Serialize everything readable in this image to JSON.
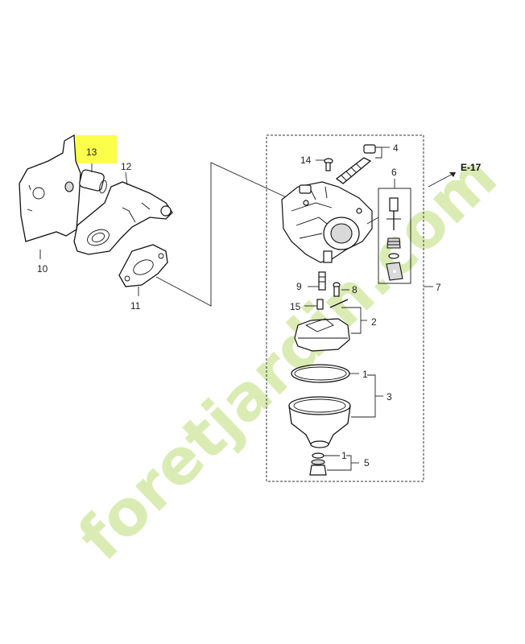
{
  "diagram": {
    "highlight_color": "#fbff4a",
    "highlighted_part": "13",
    "reference": "E-17",
    "part_labels": {
      "p1a": "1",
      "p1b": "1",
      "p2": "2",
      "p3": "3",
      "p4": "4",
      "p5": "5",
      "p6": "6",
      "p7": "7",
      "p8": "8",
      "p9": "9",
      "p10": "10",
      "p11": "11",
      "p12": "12",
      "p13": "13",
      "p14": "14",
      "p15": "15"
    }
  },
  "watermark": {
    "text": "foretjardin.com",
    "colors": {
      "green": "#d9ecb0",
      "orange": "#f7d9a6",
      "gray": "#ded7d0"
    }
  }
}
